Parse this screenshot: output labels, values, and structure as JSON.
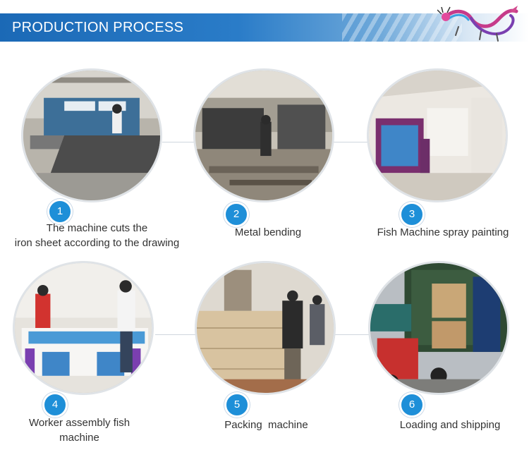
{
  "header": {
    "title": "PRODUCTION PROCESS"
  },
  "steps": [
    {
      "number": "1",
      "caption": "The machine cuts the\niron sheet according to the drawing"
    },
    {
      "number": "2",
      "caption": "Metal bending"
    },
    {
      "number": "3",
      "caption": "Fish Machine spray painting"
    },
    {
      "number": "4",
      "caption": "Worker assembly fish\nmachine"
    },
    {
      "number": "5",
      "caption": "Packing  machine"
    },
    {
      "number": "6",
      "caption": "Loading and shipping"
    }
  ],
  "colors": {
    "banner_blue": "#1b69b6",
    "badge_blue": "#1e8fd8"
  }
}
